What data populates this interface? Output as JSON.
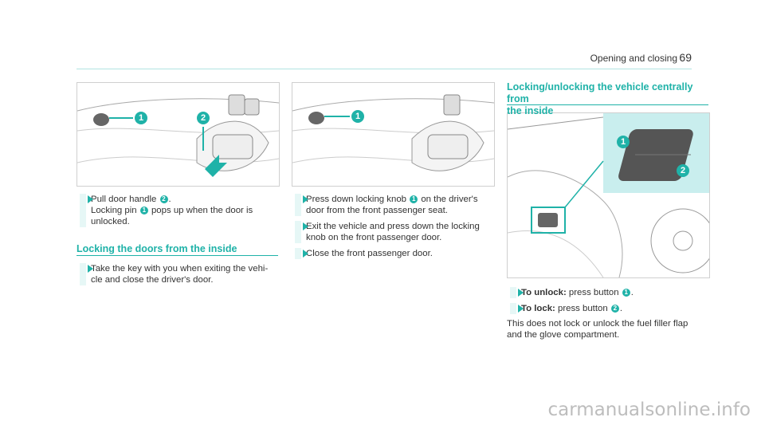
{
  "header": {
    "title": "Opening and closing",
    "page_number": "69"
  },
  "figures": {
    "left": {
      "callout_1": "1",
      "callout_2": "2"
    },
    "middle": {
      "callout_1": "1"
    },
    "right": {
      "callout_1": "1",
      "callout_2": "2"
    }
  },
  "left_column": {
    "step1": {
      "text_a": "Pull door handle ",
      "num_a": "2",
      "text_b": ".",
      "line2a": "Locking pin ",
      "num_b": "1",
      "line2b": " pops up when the door is",
      "line3": "unlocked."
    },
    "section_title": "Locking the doors from the inside",
    "step2": {
      "line1": "Take the key with you when exiting the vehi-",
      "line2": "cle and close the driver's door."
    }
  },
  "middle_column": {
    "step1": {
      "text_a": "Press down locking knob ",
      "num": "1",
      "text_b": " on the driver's",
      "line2": "door from the front passenger seat."
    },
    "step2": {
      "line1": "Exit the vehicle and press down the locking",
      "line2": "knob on the front passenger door."
    },
    "step3": {
      "line1": "Close the front passenger door."
    }
  },
  "right_column": {
    "section_title_line1": "Locking/unlocking the vehicle centrally from",
    "section_title_line2": "the inside",
    "step1": {
      "label": "To unlock:",
      "text": " press button ",
      "num": "1",
      "end": "."
    },
    "step2": {
      "label": "To lock:",
      "text": " press button ",
      "num": "2",
      "end": "."
    },
    "note_line1": "This does not lock or unlock the fuel filler flap",
    "note_line2": "and the glove compartment."
  },
  "watermark": "carmanualsonline.info",
  "colors": {
    "accent": "#1fb2a8",
    "highlight": "#c9eeee"
  }
}
